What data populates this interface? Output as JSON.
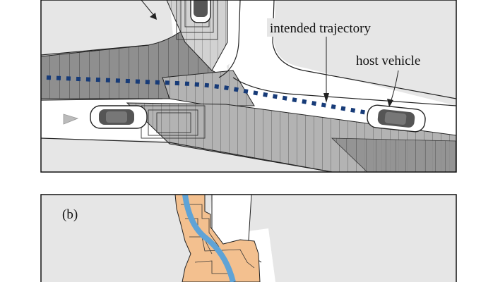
{
  "panel_top": {
    "labels": {
      "trajectory": "intended trajectory",
      "host": "host vehicle"
    }
  },
  "panel_bottom": {
    "panel_label": "(b)"
  },
  "colors": {
    "background": "#e6e6e6",
    "road": "#ffffff",
    "occupancy_dark": "#8f8f8f",
    "occupancy_mid": "#b3b3b3",
    "occupancy_light": "#d2d2d2",
    "trajectory": "#173b78",
    "reachable_set": "#f3c08f",
    "path": "#5fa3d6",
    "car_body": "#ffffff",
    "car_cabin": "#555555"
  }
}
